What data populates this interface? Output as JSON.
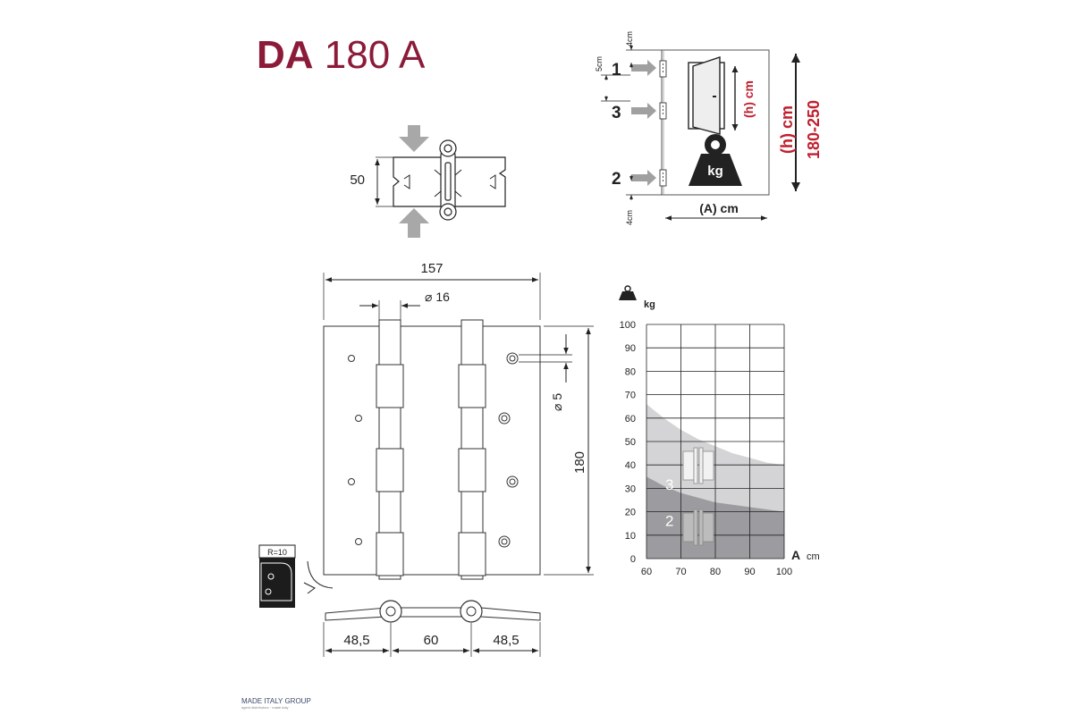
{
  "title": {
    "bold": "DA",
    "light": "180 A"
  },
  "section_view": {
    "height_label": "50"
  },
  "door_diagram": {
    "markers": [
      "1",
      "3",
      "2"
    ],
    "offset_top": "4cm",
    "offset_mid": "5cm",
    "offset_bottom": "4cm",
    "weight_label": "kg",
    "inner_height_label": "(h) cm",
    "width_label": "(A) cm",
    "outer_height_label": "(h) cm",
    "outer_height_range": "180-250"
  },
  "front_view": {
    "total_width": "157",
    "pin_diameter": "⌀ 16",
    "hole_diameter": "⌀ 5",
    "height": "180",
    "radius_label": "R=10"
  },
  "bottom_view": {
    "dims": [
      "48,5",
      "60",
      "48,5"
    ]
  },
  "chart_data": {
    "type": "area",
    "ylabel": "kg",
    "xlabel": "A",
    "xunit": "cm",
    "xlim": [
      60,
      100
    ],
    "ylim": [
      0,
      100
    ],
    "x_ticks": [
      60,
      70,
      80,
      90,
      100
    ],
    "y_ticks": [
      0,
      10,
      20,
      30,
      40,
      50,
      60,
      70,
      80,
      90,
      100
    ],
    "grid": true,
    "series": [
      {
        "name": "3",
        "x": [
          60,
          65,
          70,
          75,
          80,
          85,
          90,
          95,
          100
        ],
        "values": [
          66,
          60,
          55,
          51,
          48,
          45,
          43,
          41,
          40
        ],
        "color": "#d4d4d6"
      },
      {
        "name": "2",
        "x": [
          60,
          65,
          70,
          75,
          80,
          85,
          90,
          95,
          100
        ],
        "values": [
          35,
          31,
          28,
          26,
          24,
          23,
          22,
          21,
          20
        ],
        "color": "#9c9ca0"
      }
    ]
  },
  "footer": {
    "brand": "MADE ITALY GROUP",
    "tagline": "agent distributors · made italy"
  }
}
